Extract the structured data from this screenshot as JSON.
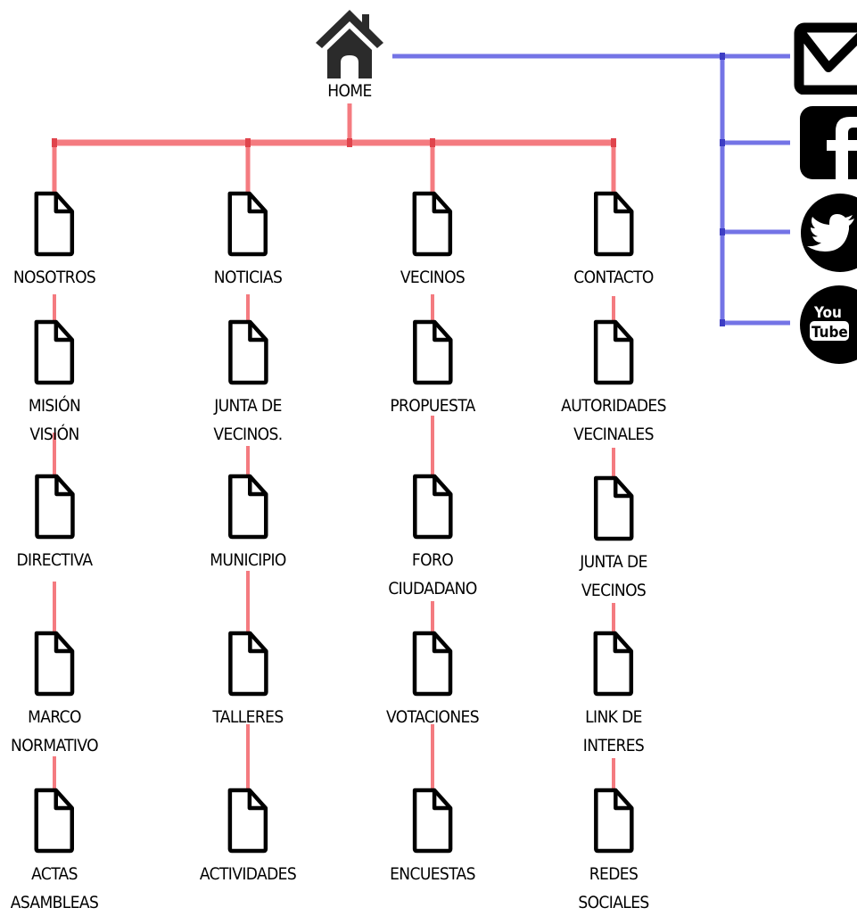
{
  "home": {
    "label": "HOME",
    "icon": "home-icon"
  },
  "line_colors": {
    "hierarchy": "#f47b80",
    "social": "#7474e6"
  },
  "columns": [
    {
      "name": "nosotros",
      "items": [
        {
          "name": "nosotros",
          "label": "NOSOTROS"
        },
        {
          "name": "mision-vision",
          "label": "MISIÓN\nVISIÓN"
        },
        {
          "name": "directiva",
          "label": "DIRECTIVA"
        },
        {
          "name": "marco-normativo",
          "label": "MARCO\nNORMATIVO"
        },
        {
          "name": "actas-asambleas",
          "label": "ACTAS\nASAMBLEAS"
        }
      ]
    },
    {
      "name": "noticias",
      "items": [
        {
          "name": "noticias",
          "label": "NOTICIAS"
        },
        {
          "name": "junta-de-vecinos",
          "label": "JUNTA DE\nVECINOS."
        },
        {
          "name": "municipio",
          "label": "MUNICIPIO"
        },
        {
          "name": "talleres",
          "label": "TALLERES"
        },
        {
          "name": "actividades",
          "label": "ACTIVIDADES"
        }
      ]
    },
    {
      "name": "vecinos",
      "items": [
        {
          "name": "vecinos",
          "label": "VECINOS"
        },
        {
          "name": "propuesta",
          "label": "PROPUESTA"
        },
        {
          "name": "foro-ciudadano",
          "label": "FORO\nCIUDADANO"
        },
        {
          "name": "votaciones",
          "label": "VOTACIONES"
        },
        {
          "name": "encuestas",
          "label": "ENCUESTAS"
        }
      ]
    },
    {
      "name": "contacto",
      "items": [
        {
          "name": "contacto",
          "label": "CONTACTO"
        },
        {
          "name": "autoridades-vecinales",
          "label": "AUTORIDADES\nVECINALES"
        },
        {
          "name": "junta-de-vecinos-2",
          "label": "JUNTA DE\nVECINOS"
        },
        {
          "name": "link-de-interes",
          "label": "LINK DE\nINTERES"
        },
        {
          "name": "redes-sociales",
          "label": "REDES\nSOCIALES"
        }
      ]
    }
  ],
  "social": [
    {
      "name": "email",
      "icon": "email-icon"
    },
    {
      "name": "facebook",
      "icon": "facebook-icon"
    },
    {
      "name": "twitter",
      "icon": "twitter-icon"
    },
    {
      "name": "youtube",
      "icon": "youtube-icon",
      "text_top": "You",
      "text_bottom": "Tube"
    }
  ]
}
